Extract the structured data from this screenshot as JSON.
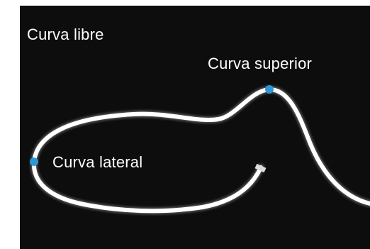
{
  "labels": {
    "title": "Curva libre",
    "top_curve": "Curva superior",
    "side_curve": "Curva lateral"
  },
  "colors": {
    "background": "#0c0d0c",
    "strip": "#ffffff",
    "marker": "#2e97d8",
    "text": "#ffffff"
  }
}
